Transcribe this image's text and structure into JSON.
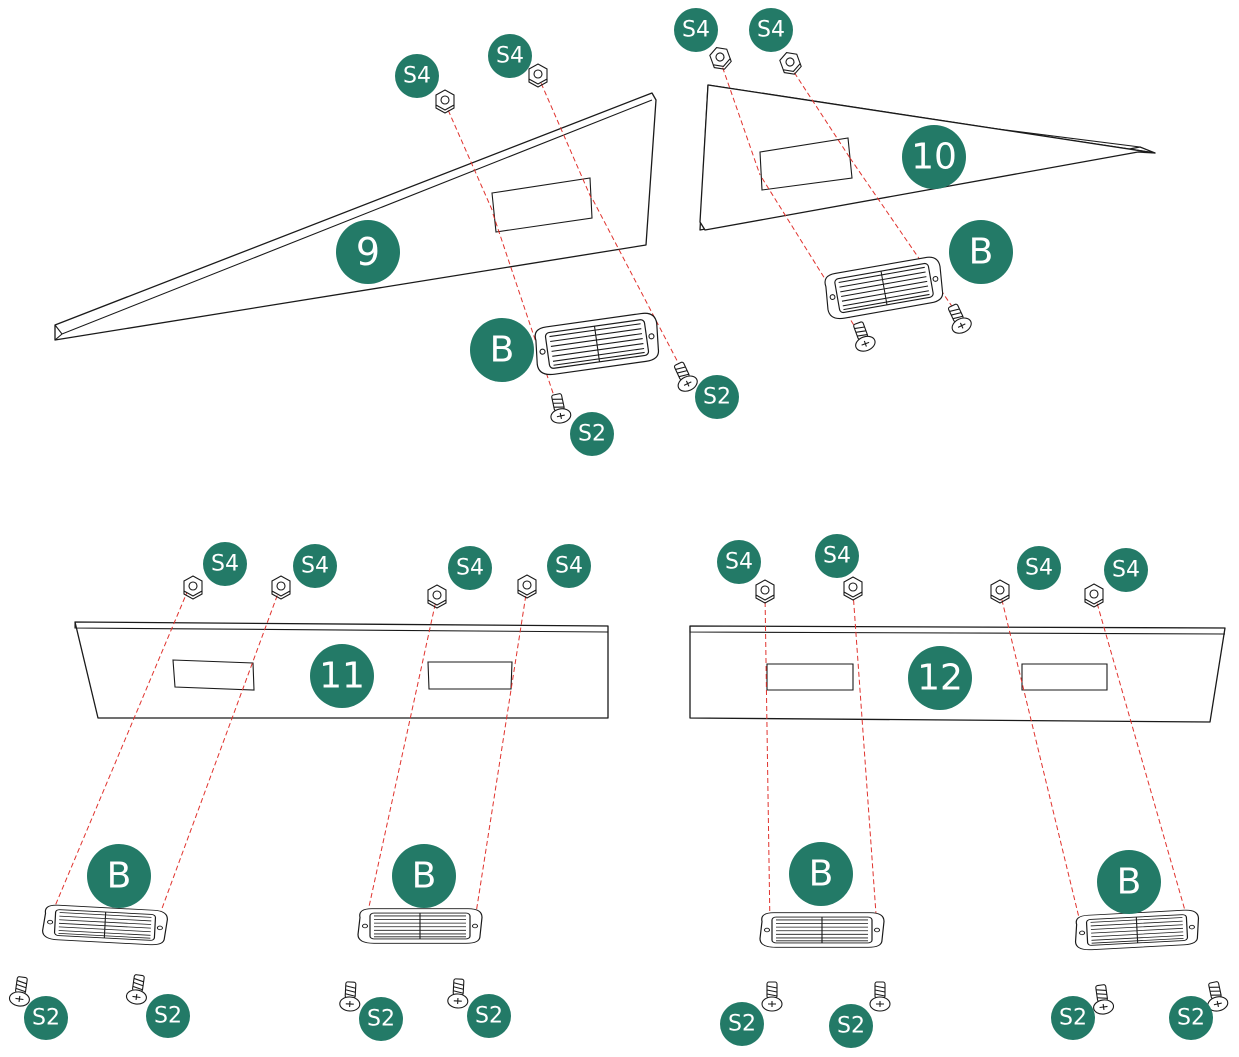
{
  "labels": {
    "nut": "S4",
    "screw": "S2",
    "vent": "B"
  },
  "steps": [
    {
      "id": "step-9",
      "number": "9"
    },
    {
      "id": "step-10",
      "number": "10"
    },
    {
      "id": "step-11",
      "number": "11"
    },
    {
      "id": "step-12",
      "number": "12"
    }
  ],
  "colors": {
    "badge": "#237a67",
    "guide_line": "#e0332e",
    "outline": "#1a1a1a"
  }
}
